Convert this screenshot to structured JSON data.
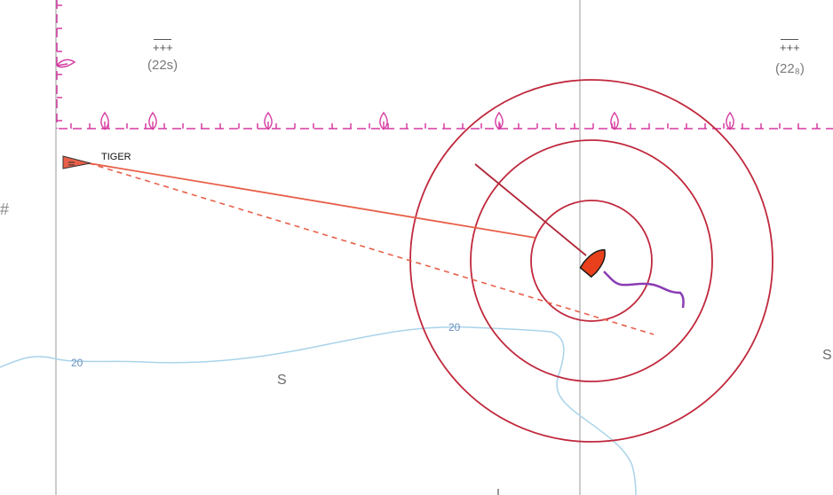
{
  "chart": {
    "target": {
      "name": "TIGER",
      "icon": "ais-target-icon"
    },
    "own_vessel": {
      "icon": "own-ship-icon"
    },
    "range_rings": {
      "count": 3
    },
    "soundings": [
      {
        "value": "(22s)",
        "symbol": "+++"
      },
      {
        "value": "(22₈)",
        "symbol": "+++"
      }
    ],
    "depth_contour": {
      "label_1": "20",
      "label_2": "20"
    },
    "seabed_labels": {
      "label_1": "S",
      "label_2": "S"
    },
    "edge_symbol": "#",
    "colors": {
      "range_ring": "#c0283c",
      "target_vector": "#e8604a",
      "own_vessel": "#e8401c",
      "track": "#8a3cb4",
      "boundary": "#d63aa0",
      "contour": "#a9d3ea",
      "grid": "#9a9a9a"
    }
  }
}
